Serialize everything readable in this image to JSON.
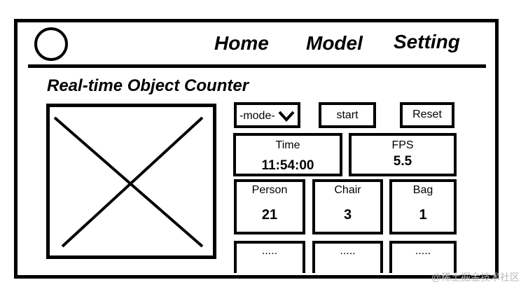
{
  "app": {
    "logo_icon": "circle-logo-icon"
  },
  "nav": {
    "items": [
      {
        "label": "Home"
      },
      {
        "label": "Model"
      },
      {
        "label": "Setting"
      }
    ]
  },
  "page": {
    "title": "Real-time Object Counter"
  },
  "video": {
    "placeholder_icon": "image-placeholder-x-icon"
  },
  "controls": {
    "mode_select": {
      "selected": "-mode-",
      "icon": "chevron-down-icon"
    },
    "start_label": "start",
    "reset_label": "Reset"
  },
  "stats": {
    "time": {
      "label": "Time",
      "value": "11:54:00"
    },
    "fps": {
      "label": "FPS",
      "value": "5.5"
    }
  },
  "counts": [
    {
      "label": "Person",
      "value": "21"
    },
    {
      "label": "Chair",
      "value": "3"
    },
    {
      "label": "Bag",
      "value": "1"
    }
  ],
  "more": [
    {
      "label": "....."
    },
    {
      "label": "....."
    },
    {
      "label": "....."
    }
  ],
  "watermark": {
    "text": "@稀土掘金技术社区"
  }
}
